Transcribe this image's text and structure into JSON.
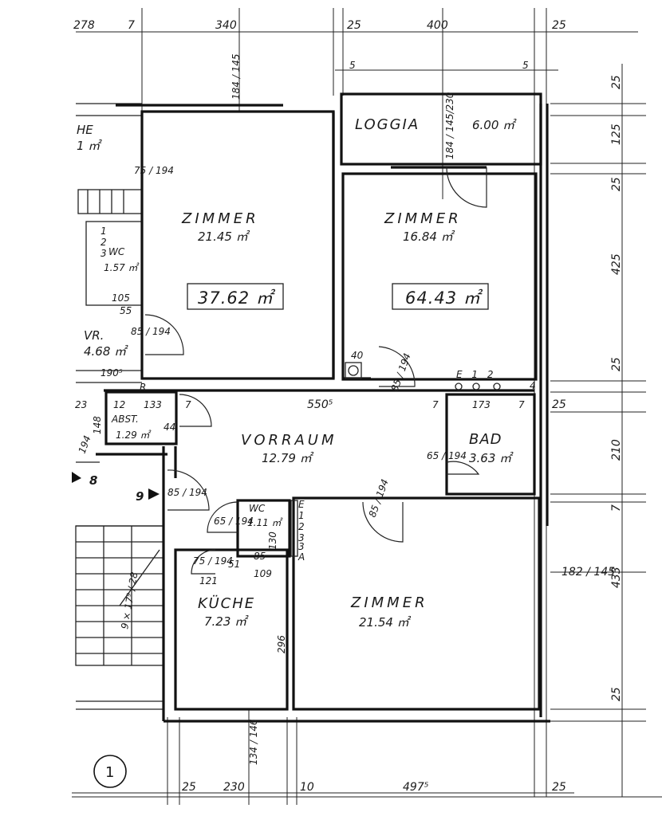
{
  "plan": {
    "rooms": {
      "loggia": {
        "label": "LOGGIA",
        "area": "6.00 ㎡"
      },
      "zimmer_a": {
        "label": "ZIMMER",
        "area": "21.45 ㎡"
      },
      "zimmer_b": {
        "label": "ZIMMER",
        "area": "16.84 ㎡"
      },
      "vorraum": {
        "label": "VORRAUM",
        "area": "12.79 ㎡"
      },
      "bad": {
        "label": "BAD",
        "area": "3.63 ㎡"
      },
      "wc": {
        "label": "WC",
        "area": "1.11 ㎡"
      },
      "kueche": {
        "label": "KÜCHE",
        "area": "7.23 ㎡"
      },
      "zimmer_c": {
        "label": "ZIMMER",
        "area": "21.54 ㎡"
      },
      "wc_left": {
        "label": "WC",
        "area": "1.57 ㎡"
      },
      "vr_left": {
        "label": "VR.",
        "area": "4.68 ㎡"
      },
      "abst": {
        "label": "ABST.",
        "area": "1.29 ㎡"
      },
      "che_left": {
        "label": "HE",
        "area": "1 ㎡"
      }
    },
    "totals": {
      "left": "37.62 ㎡",
      "right": "64.43 ㎡"
    },
    "top_dims": [
      "278",
      "7",
      "340",
      "25",
      "400",
      "25"
    ],
    "top_small_dims": [
      "5",
      "5"
    ],
    "bottom_dims": [
      "25",
      "230",
      "10",
      "497⁵",
      "25"
    ],
    "right_dims": [
      "25",
      "125",
      "25",
      "425",
      "25",
      "25",
      "210",
      "7",
      "182 / 145",
      "433",
      "25"
    ],
    "window_dims": {
      "top_left": "184 / 145",
      "loggia_door": "184 / 145/230",
      "left_window": "75 / 194",
      "bottom_window": "134 / 146"
    },
    "door_dims": {
      "vr_door": "85 / 194",
      "zimmer_b_door": "85 / 194",
      "abst_door": "7",
      "bad_door": "65 / 194",
      "entry_door": "85 / 194",
      "wc_door": "65 / 194",
      "zimmer_c_door": "85 / 194",
      "kueche_door": "75 / 194",
      "kueche_inner": "121"
    },
    "misc_dims": {
      "corridor": "550⁵",
      "h40": "40",
      "bad_w": "173",
      "vr_w": "190⁵",
      "abst_a": "12",
      "abst_b": "133",
      "abst_c": "23",
      "wc_w": "85",
      "wc_h": "130",
      "kueche_w": "109",
      "kueche_h": "296",
      "e_label": "E",
      "a_label": "A",
      "nums_bad": "E 1 2",
      "wc_side": [
        "E",
        "1",
        "2",
        "3",
        "3",
        "A"
      ],
      "r_label": "R",
      "stairs": "9 × 17⁹ / 28",
      "entry_mark": "9",
      "unit_mark": "8",
      "wc_left_nums": [
        "1",
        "2",
        "3"
      ],
      "dim_105": "105",
      "dim_55": "55",
      "dim_148": "148",
      "dim_44": "44",
      "dim_194b": "194",
      "dim_51": "51",
      "dim_4": "4",
      "dim_7b": "7",
      "dim_7c": "7"
    },
    "sheet_number": "1"
  }
}
